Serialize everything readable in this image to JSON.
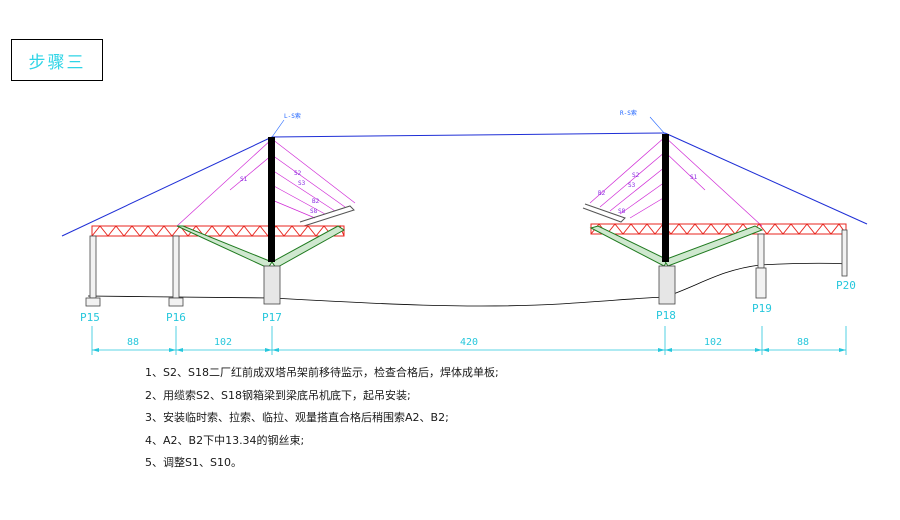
{
  "step_title": "步骤三",
  "piers": {
    "p15": "P15",
    "p16": "P16",
    "p17": "P17",
    "p18": "P18",
    "p19": "P19",
    "p20": "P20"
  },
  "spans": {
    "s1": "88",
    "s2": "102",
    "s3": "420",
    "s4": "102",
    "s5": "88"
  },
  "tower_tags": {
    "left": "L-S索",
    "right": "R-S索"
  },
  "cable_labels": {
    "left": [
      "S1",
      "S2",
      "S3",
      "B2",
      "S8"
    ],
    "right": [
      "S1",
      "S2",
      "S3",
      "B2",
      "S8"
    ]
  },
  "notes": [
    "1、S2、S18二厂红前成双塔吊架前移待监示，检查合格后，焊体成单板;",
    "2、用缆索S2、S18钢箱梁到梁底吊机底下，起吊安装;",
    "3、安装临时索、拉索、临拉、观量搭直合格后稍围索A2、B2;",
    "4、A2、B2下中13.34的钢丝束;",
    "5、调整S1、S10。"
  ],
  "colors": {
    "accent": "#26c7dc",
    "backstay": "#1f2fd6",
    "tower": "#000000",
    "truss": "#e8261f",
    "cable": "#d02bd6",
    "arch": "#1f7a1f"
  }
}
